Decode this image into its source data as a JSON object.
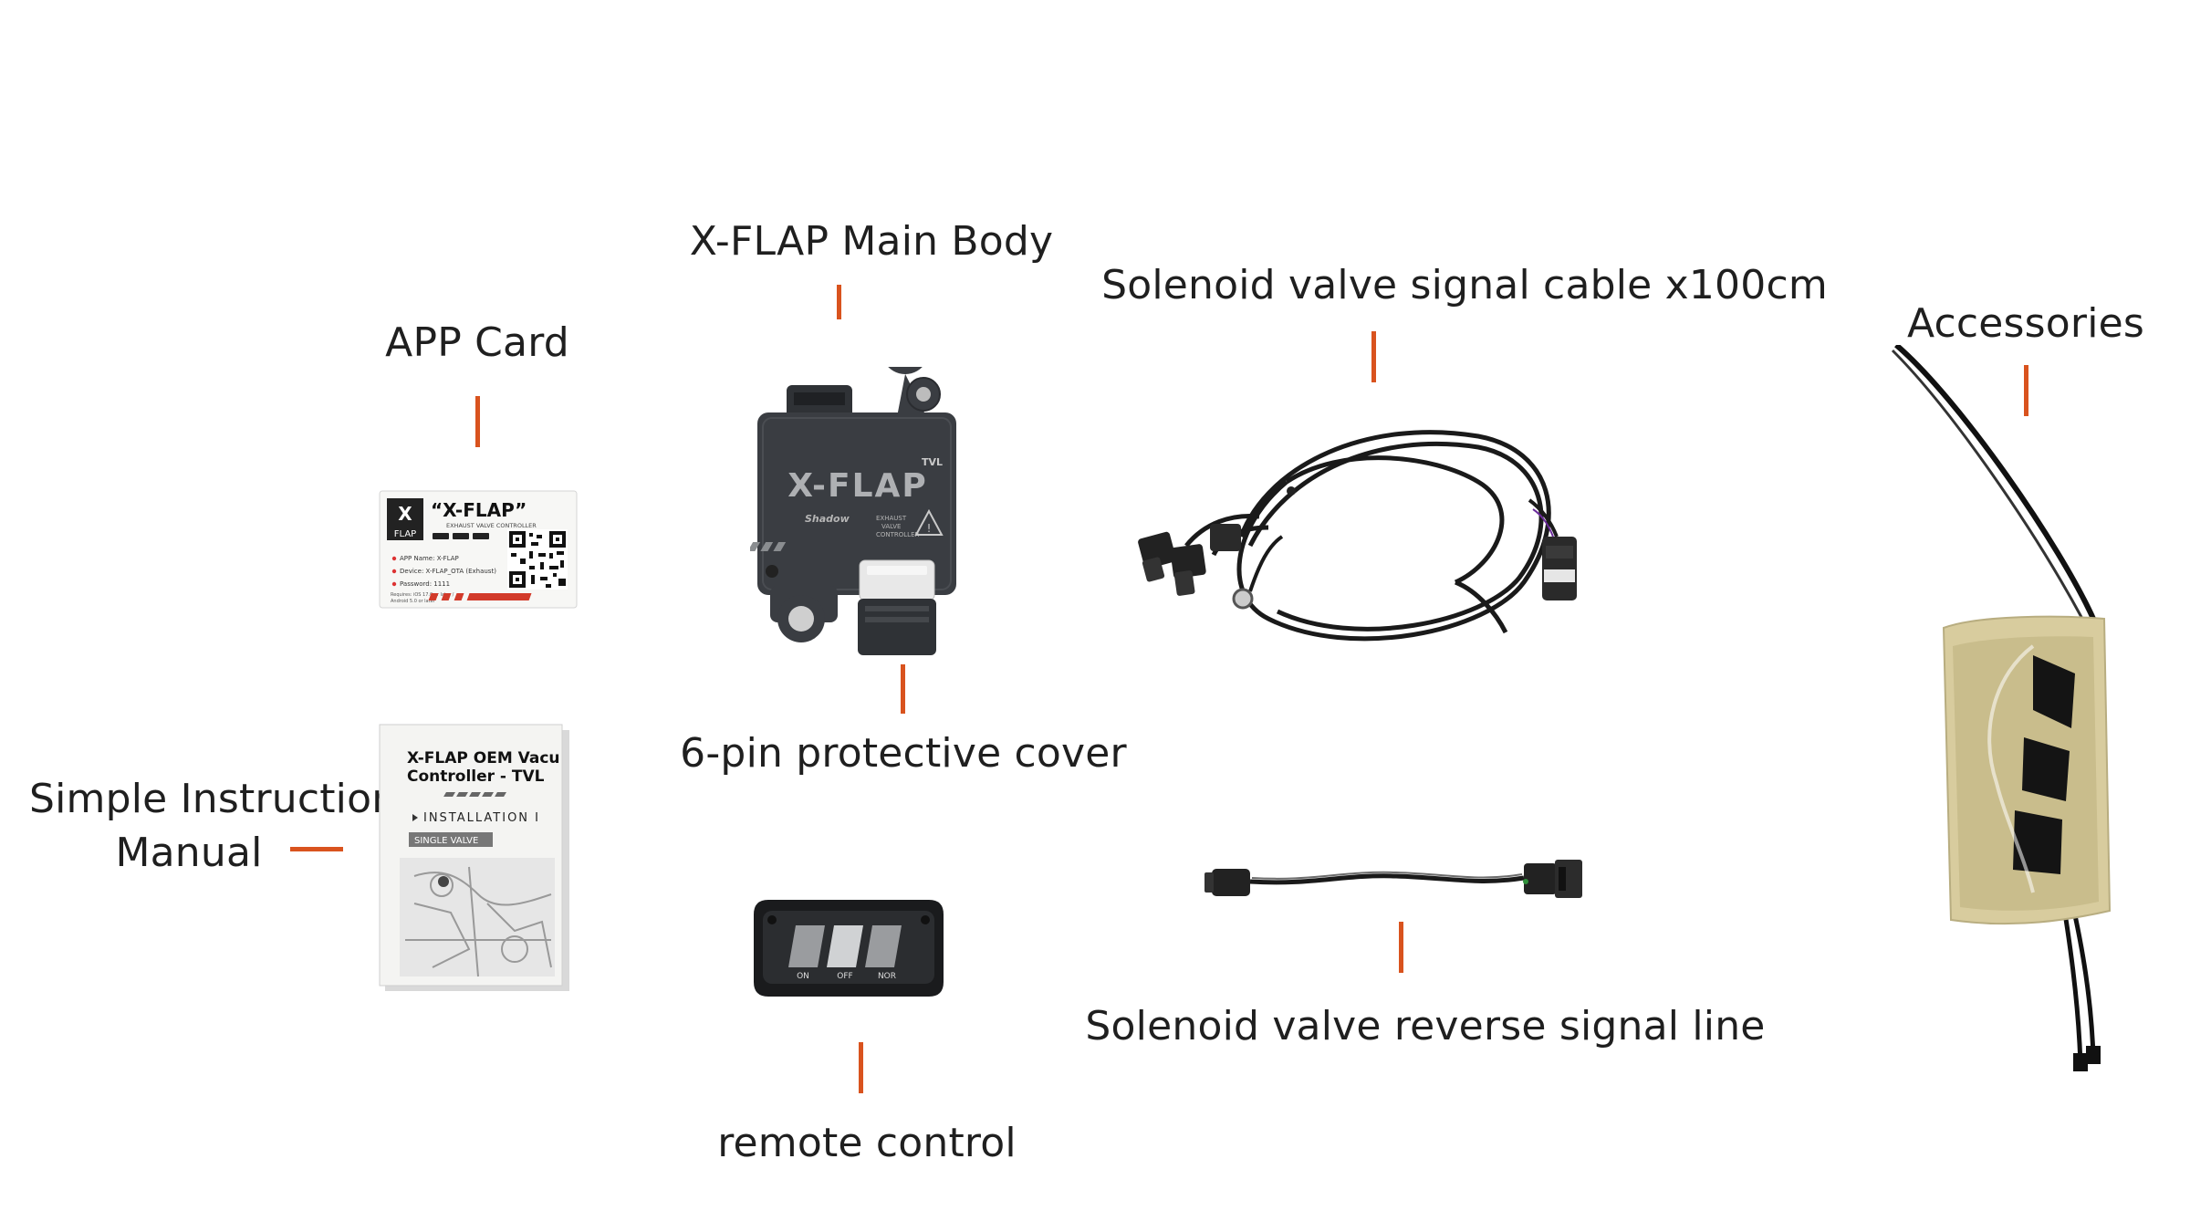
{
  "labels": {
    "app_card": "APP Card",
    "main_body": "X-FLAP Main Body",
    "cover": "6-pin protective cover",
    "signal_cable": "Solenoid valve signal cable x100cm",
    "accessories": "Accessories",
    "manual_line1": "Simple Instruction",
    "manual_line2": "Manual",
    "remote": "remote control",
    "reverse_line": "Solenoid valve reverse signal line"
  },
  "app_card": {
    "logo_top": "X",
    "logo_bottom": "FLAP",
    "brand": "“X-FLAP”",
    "subtitle": "EXHAUST VALVE CONTROLLER",
    "app_name": "APP Name: X-FLAP",
    "device": "Device: X-FLAP_OTA (Exhaust)",
    "password": "Password: 1111",
    "requires_1": "Requires: iOS 17.0 or later /",
    "requires_2": "Android 5.0 or later"
  },
  "main_body": {
    "model_tag": "TVL",
    "brand": "X-FLAP",
    "maker": "Shadow",
    "caption_1": "EXHAUST",
    "caption_2": "VALVE",
    "caption_3": "CONTROLLER"
  },
  "manual": {
    "title_1": "X-FLAP OEM Vacu",
    "title_2": "Controller - TVL",
    "section": "INSTALLATION I",
    "tag": "SINGLE VALVE"
  },
  "remote": {
    "btn_on": "ON",
    "btn_off": "OFF",
    "btn_nor": "NOR"
  },
  "colors": {
    "accent": "#d9531e",
    "text": "#1f1f1f",
    "device_body": "#3a3d42"
  }
}
